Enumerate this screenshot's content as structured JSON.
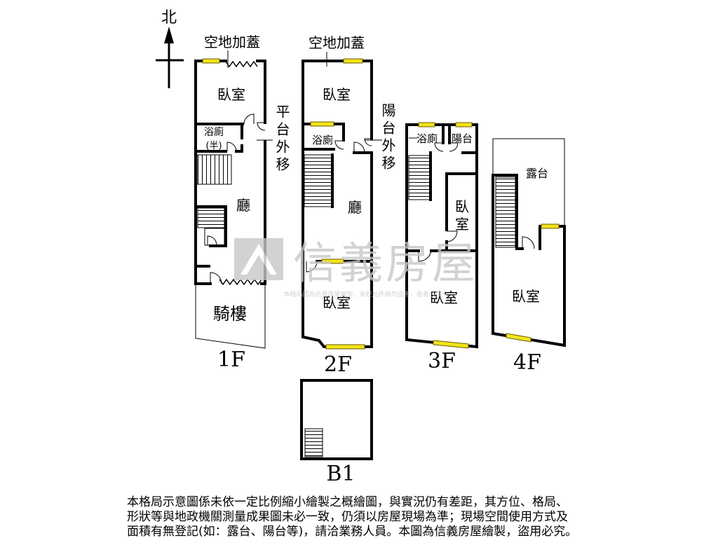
{
  "compass": {
    "north_label": "北"
  },
  "floor_1f": {
    "floor_label": "1F",
    "extension_label": "空地加蓋",
    "bedroom": "臥室",
    "bath_line1": "浴廁",
    "bath_line2": "(半)",
    "living_room": "廳",
    "arcade": "騎樓",
    "side_note": "平台外移"
  },
  "floor_2f": {
    "floor_label": "2F",
    "extension_label": "空地加蓋",
    "bedroom_front": "臥室",
    "bath": "浴廁",
    "living_room": "廳",
    "bedroom_rear": "臥室",
    "side_note": "陽台外移"
  },
  "floor_3f": {
    "floor_label": "3F",
    "bath": "浴廁",
    "balcony": "陽台",
    "bedroom_small_line1": "臥",
    "bedroom_small_line2": "室",
    "bedroom": "臥室"
  },
  "floor_4f": {
    "floor_label": "4F",
    "terrace": "露台",
    "bedroom": "臥室"
  },
  "floor_b1": {
    "floor_label": "B1"
  },
  "watermark": {
    "brand": "信義房屋",
    "notice": "本格局圖為信義房屋繪製，未經允許請勿盜用，違者必究",
    "logo_icon": "house-roof-icon"
  },
  "disclaimer": {
    "line1": "本格局示意圖係未依一定比例縮小繪製之概繪圖，與實況仍有差距，其方位、格局、",
    "line2": "形狀等與地政機關測量成果圖未必一致，仍須以房屋現場為準；現場空間使用方式及",
    "line3": "面積有無登記(如：露台、陽台等)，請洽業務人員。本圖為信義房屋繪製，盜用必究。"
  },
  "colors": {
    "wall": "#000000",
    "window": "#f2e21c",
    "watermark": "#c8c8c8"
  }
}
